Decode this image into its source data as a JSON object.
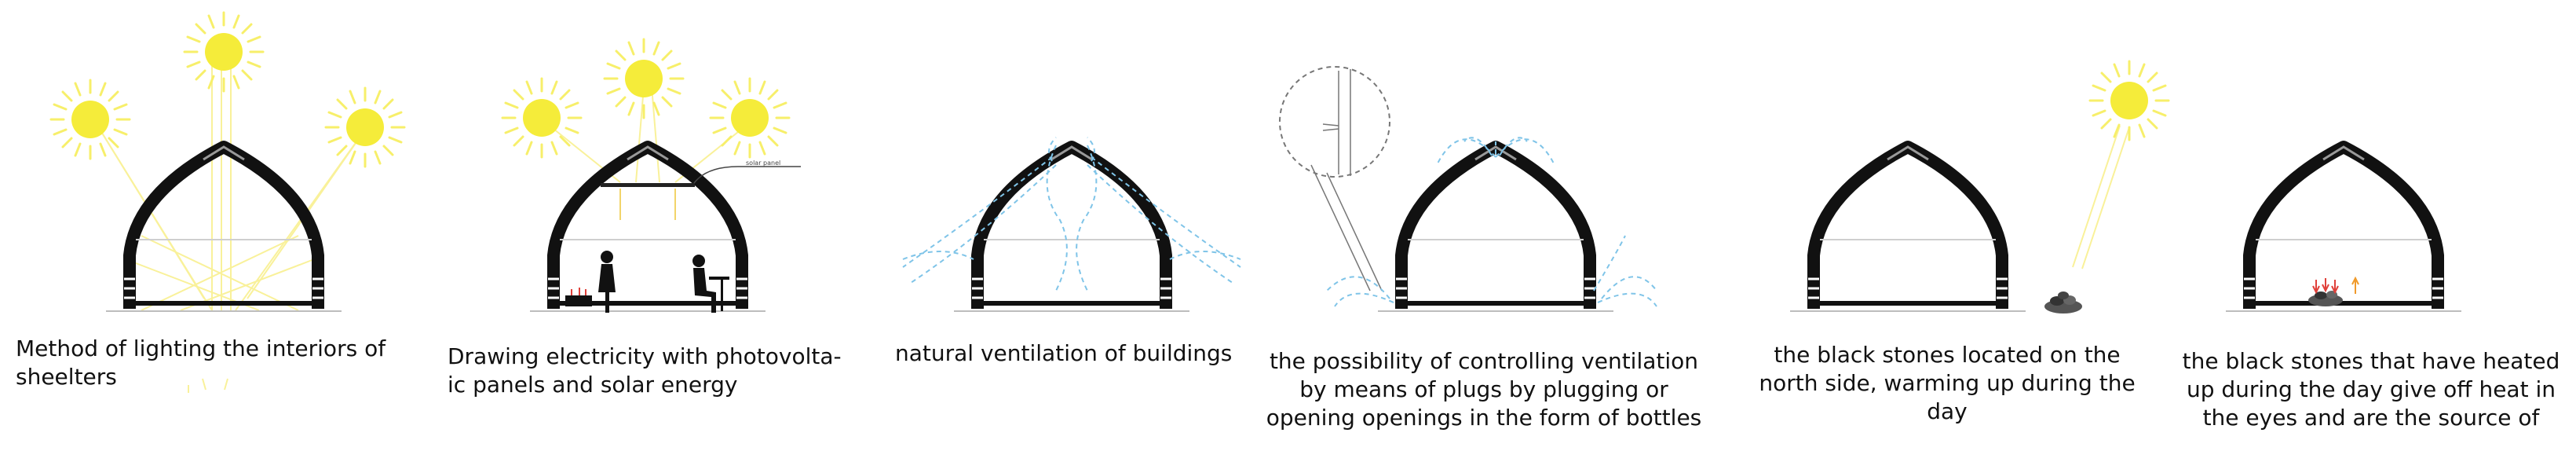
{
  "captions": [
    "Method of lighting the interiors of sheelters",
    "Drawing electricity with photovolta-ic panels and solar energy",
    "natural ventilation of buildings",
    "the possibility of controlling ventilation by means of plugs by plugging or opening openings in the form of bottles",
    "the black stones located on the north side, warming up during the day",
    "the black stones that have heated up during the day give off heat in the eyes and are the source of"
  ],
  "panel2_annotation": "solar panel",
  "colors": {
    "sun": "#f5ec3a",
    "sun_ray": "#f9f19a",
    "structure": "#111111",
    "air_flow": "#7fc4e8",
    "heat_arrow": "#e0403a",
    "heat_arrow_alt": "#f09a2a",
    "ground": "#bdbdbd"
  },
  "icons": [
    "sun-icon",
    "moon-icon",
    "person-icon",
    "stone-pile-icon",
    "magnifier-detail-icon",
    "plug-icon"
  ]
}
